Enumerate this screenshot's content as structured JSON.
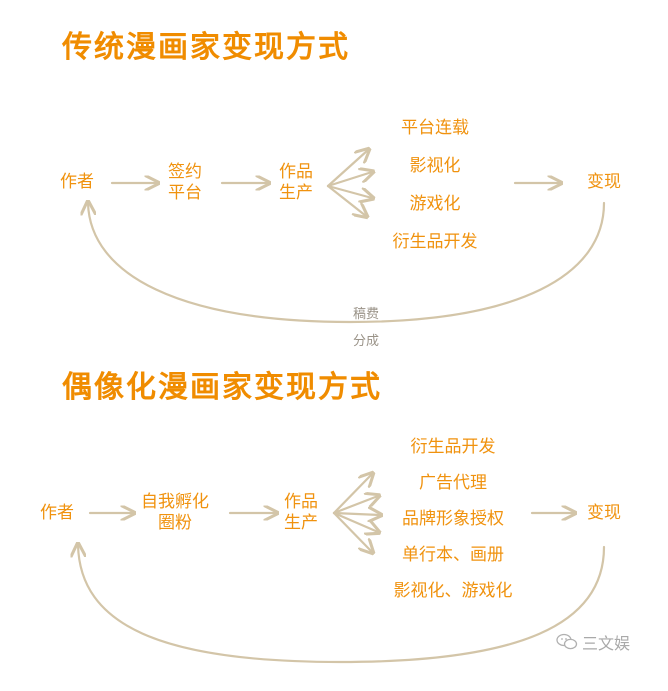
{
  "colors": {
    "accent": "#f08c00",
    "arrow": "#d3c5a8",
    "muted": "#9a9388"
  },
  "diagram1": {
    "title": "传统漫画家变现方式",
    "author": "作者",
    "platform_line1": "签约",
    "platform_line2": "平台",
    "production_line1": "作品",
    "production_line2": "生产",
    "branches": [
      "平台连载",
      "影视化",
      "游戏化",
      "衍生品开发"
    ],
    "result": "变现",
    "loop_label_line1": "稿费",
    "loop_label_line2": "分成"
  },
  "diagram2": {
    "title": "偶像化漫画家变现方式",
    "author": "作者",
    "incubate_line1": "自我孵化",
    "incubate_line2": "圈粉",
    "production_line1": "作品",
    "production_line2": "生产",
    "branches": [
      "衍生品开发",
      "广告代理",
      "品牌形象授权",
      "单行本、画册",
      "影视化、游戏化"
    ],
    "result": "变现"
  },
  "watermark": {
    "icon": "wechat-icon",
    "text": "三文娱"
  }
}
